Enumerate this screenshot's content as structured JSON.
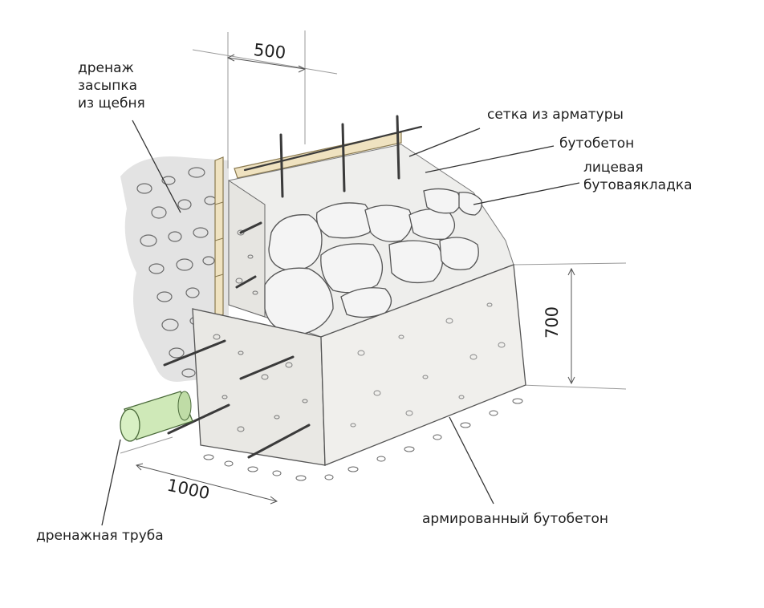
{
  "labels": {
    "drainage_fill": "дренаж\nзасыпка\nиз щебня",
    "rebar_mesh": "сетка из арматуры",
    "rubble_concrete": "бутобетон",
    "face_masonry": "лицевая\nбутоваякладка",
    "reinforced_concrete": "армированный бутобетон",
    "drain_pipe": "дренажная труба"
  },
  "dimensions": {
    "top_width": "500",
    "height": "700",
    "bottom_width": "1000"
  },
  "colors": {
    "stroke": "#3a3a3a",
    "concrete": "#ecebe8",
    "concrete_dark": "#d9d8d4",
    "gravel": "#e4e4e4",
    "board": "#efe2c0",
    "pipe": "#cfe9b8",
    "stone": "#f2f2f2"
  }
}
